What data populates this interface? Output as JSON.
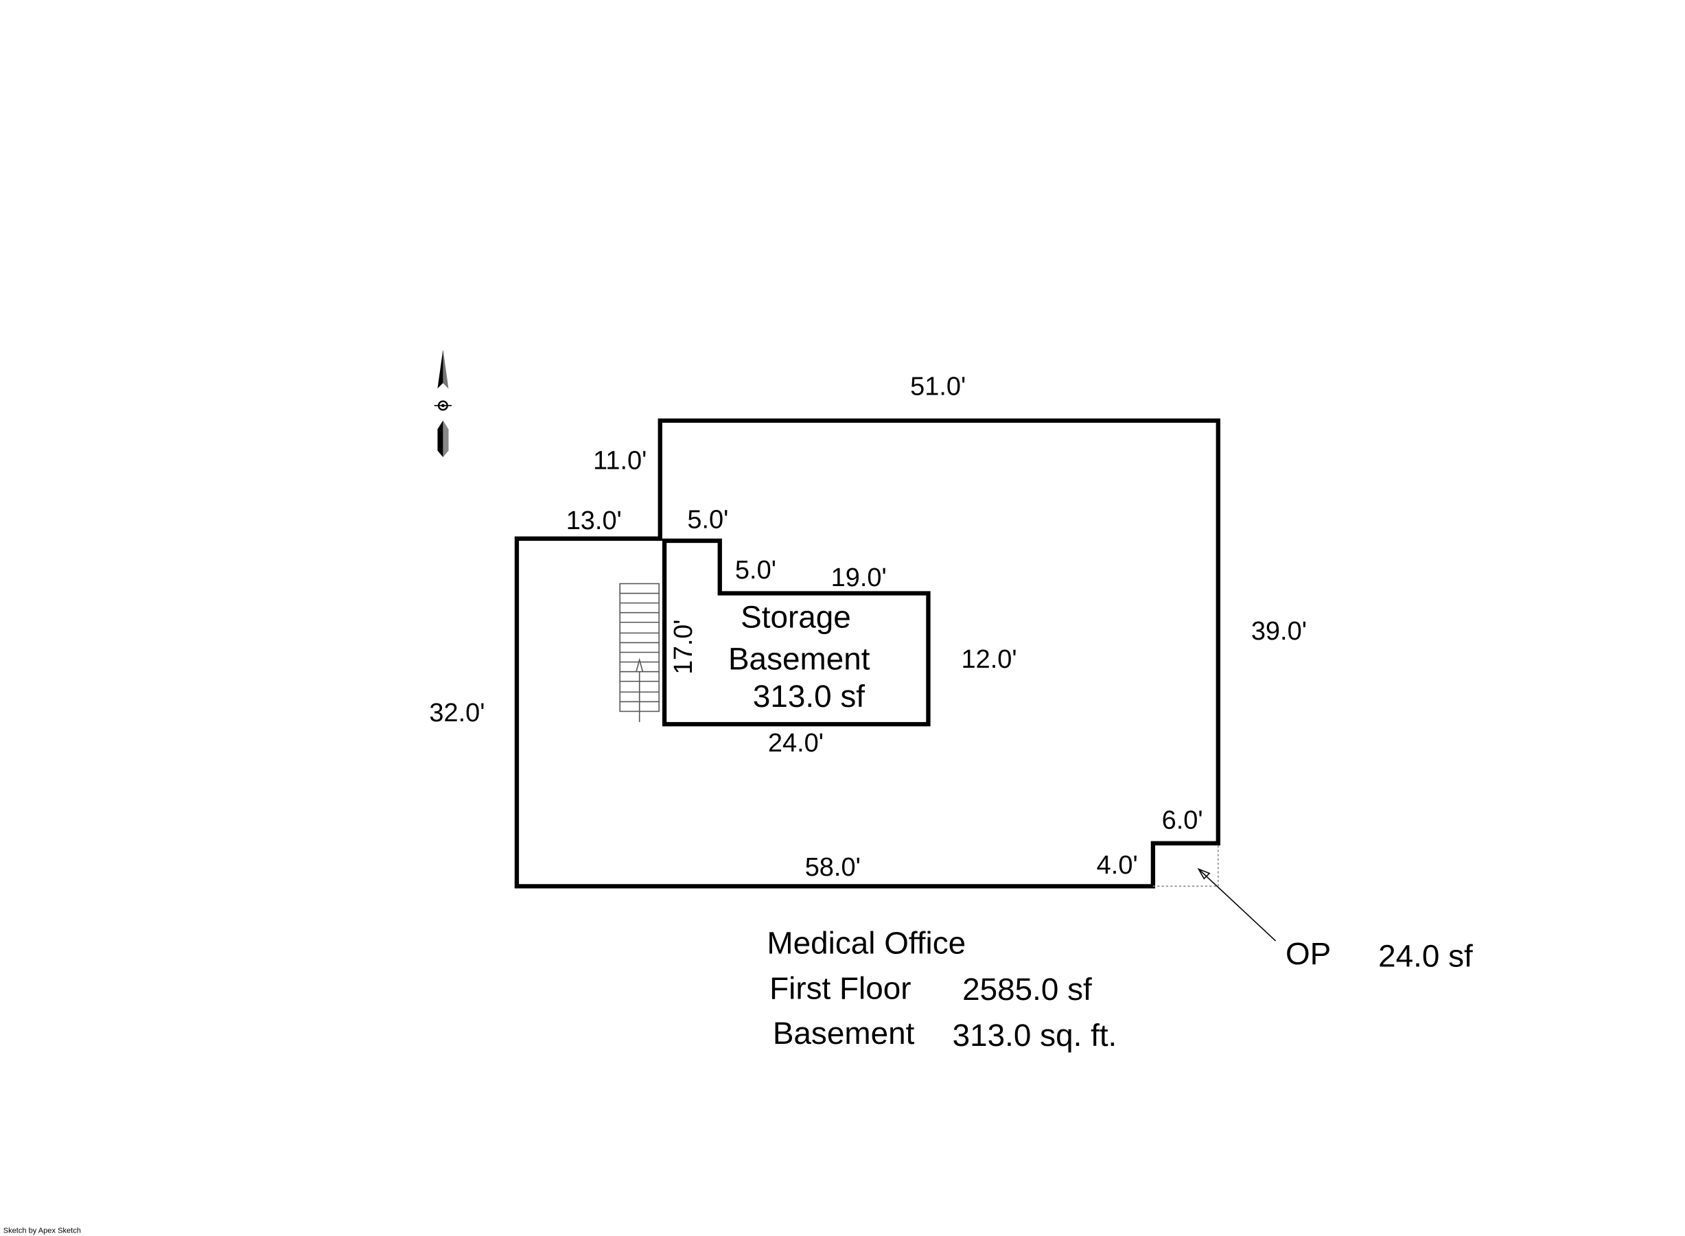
{
  "dimensions": {
    "top": "51.0'",
    "upper_left_vertical": "11.0'",
    "left_step": "13.0'",
    "left": "32.0'",
    "right": "39.0'",
    "bottom": "58.0'",
    "notch_horizontal": "4.0'",
    "notch_vertical": "6.0'",
    "storage_top_short": "5.0'",
    "storage_step_vertical": "5.0'",
    "storage_top_long": "19.0'",
    "storage_left": "17.0'",
    "storage_right": "12.0'",
    "storage_bottom": "24.0'"
  },
  "storage_area": {
    "name": "Storage",
    "level": "Basement",
    "area": "313.0 sf"
  },
  "op_area": {
    "label": "OP",
    "area": "24.0 sf"
  },
  "summary": {
    "title": "Medical Office",
    "first_floor_label": "First Floor",
    "first_floor_area": "2585.0 sf",
    "basement_label": "Basement",
    "basement_area": "313.0 sq. ft."
  },
  "footer": "Sketch by Apex Sketch",
  "colors": {
    "line": "#000000",
    "background": "#ffffff",
    "dotted": "#888888"
  }
}
